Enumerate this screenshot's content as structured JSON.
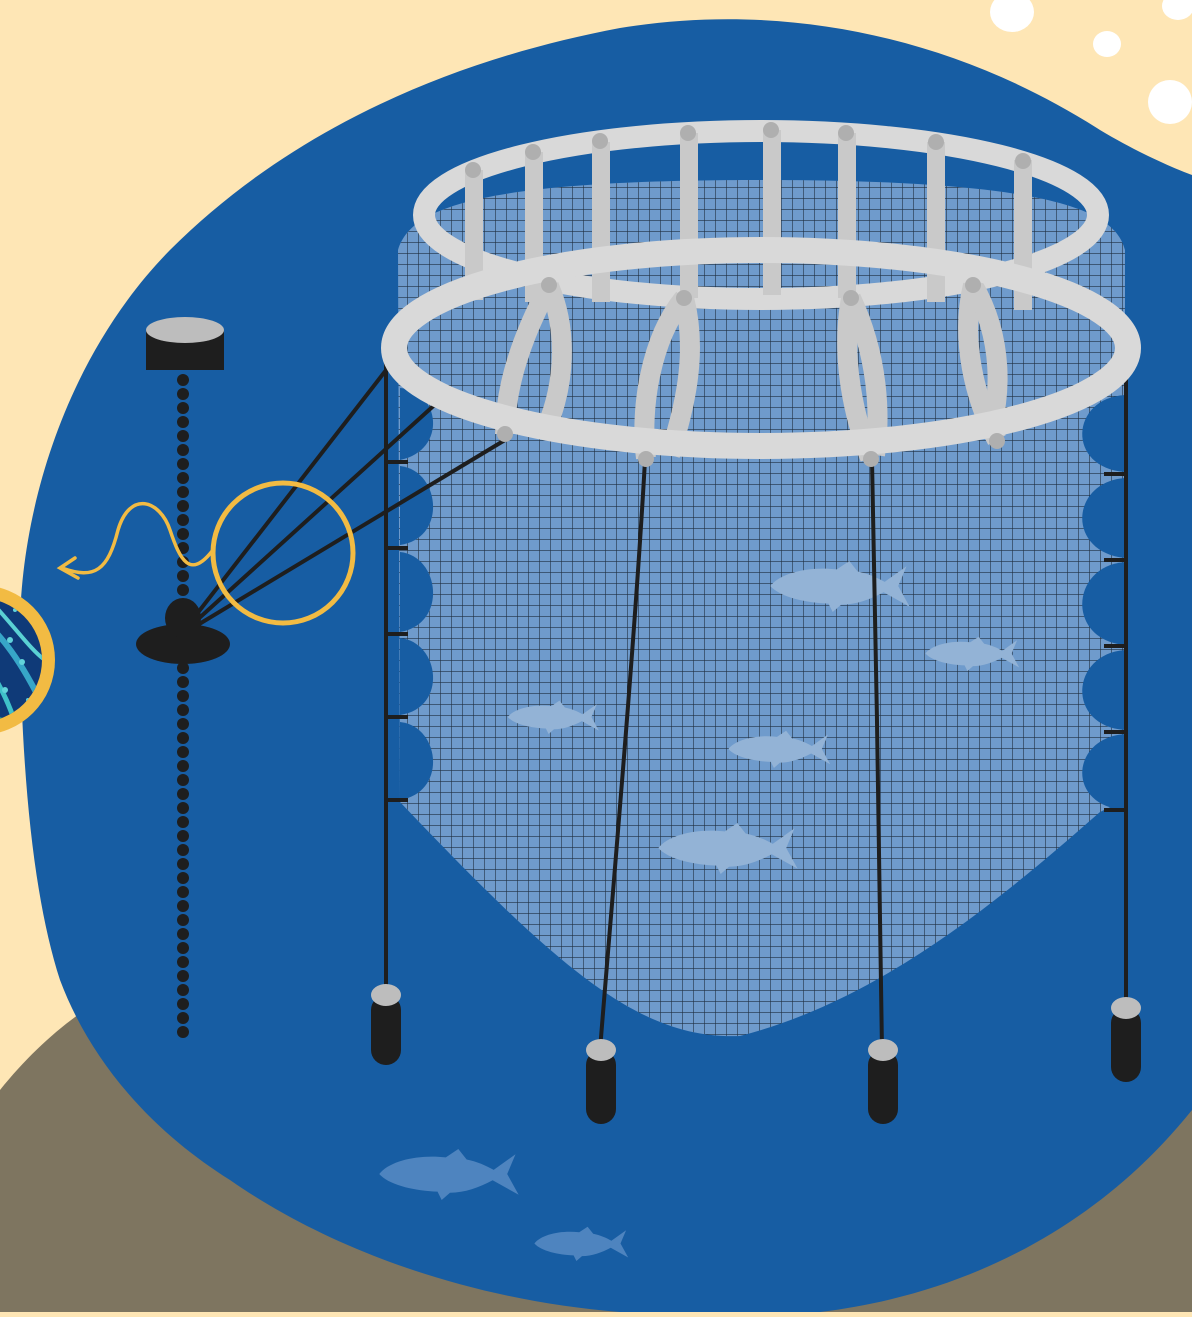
{
  "scene": {
    "palette": {
      "background": "#FEE6B5",
      "seafloor": "#7E7560",
      "water": "#175DA3",
      "net_fill": "#6F9BCC",
      "net_lines": "#1B2A3A",
      "ring": "#D9D9D9",
      "ring_post": "#C9C9C9",
      "ring_bolt": "#AFAFAF",
      "rope": "#1E1E1E",
      "highlight": "#F2BB43",
      "fish_dark": "#4E84BF",
      "fish_light": "#93B3D6",
      "bubbles": "#FFFFFF"
    },
    "icons": {
      "cage": "fish-cage-icon",
      "buoy": "surface-buoy-icon",
      "anchor_weight": "anchor-weight-icon",
      "fish": "fish-icon",
      "magnifier": "magnifier-icon",
      "arrow": "squiggle-arrow-icon"
    },
    "counts": {
      "anchor_weights": 4,
      "fish_inside_cage": 5,
      "fish_outside_cage": 2
    }
  }
}
